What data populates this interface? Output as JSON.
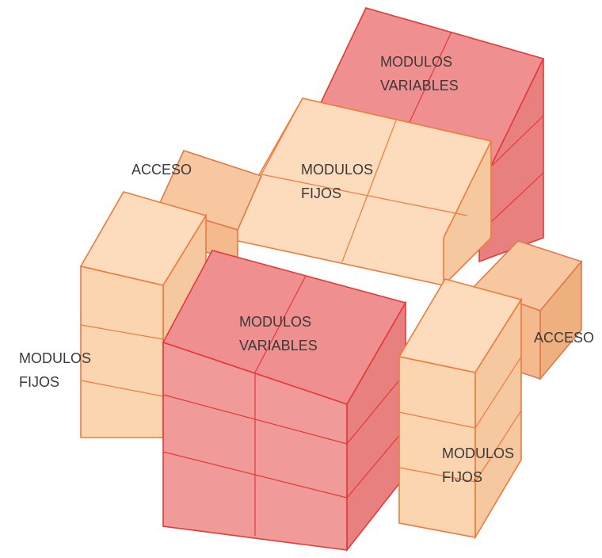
{
  "colors": {
    "variable_top": "#ef8f8f",
    "variable_left": "#f09a9a",
    "variable_right": "#e88080",
    "variable_edge": "#e53935",
    "fixed_top": "#fcdcbc",
    "fixed_left": "#fbd4b0",
    "fixed_right": "#f6c8a0",
    "fixed_edge": "#ef7a3c",
    "access_top": "#f7c8a0",
    "access_left": "#f4b98c",
    "access_right": "#eeb07e",
    "access_edge": "#e0784a"
  },
  "labels": {
    "top_variable": [
      "MODULOS",
      "VARIABLES"
    ],
    "center_fixed": [
      "MODULOS",
      "FIJOS"
    ],
    "access_left": "ACCESO",
    "front_variable": [
      "MODULOS",
      "VARIABLES"
    ],
    "left_fixed": [
      "MODULOS",
      "FIJOS"
    ],
    "access_right": "ACCESO",
    "right_fixed": [
      "MODULOS",
      "FIJOS"
    ]
  }
}
